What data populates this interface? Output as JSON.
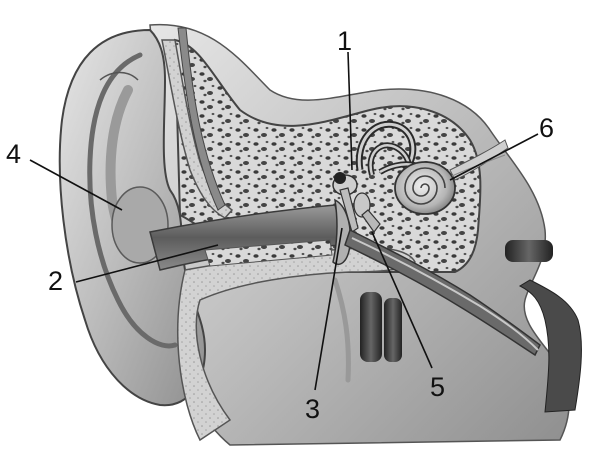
{
  "figure": {
    "labels": {
      "l1": "1",
      "l2": "2",
      "l3": "3",
      "l4": "4",
      "l5": "5",
      "l6": "6"
    },
    "colors": {
      "bone": "#d6d6d6",
      "bone_pores": "#3a3a3a",
      "skin": "#bdbdbd",
      "skin_dark": "#8c8c8c",
      "canal": "#6e6e6e",
      "text": "#111111"
    }
  }
}
